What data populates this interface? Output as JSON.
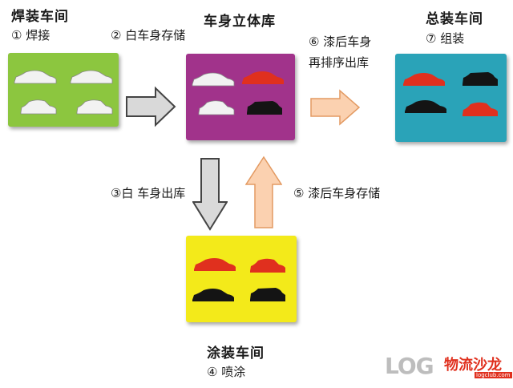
{
  "workshops": {
    "welding": {
      "title": "焊装车间",
      "step": "① 焊接",
      "color": "#8cc63f"
    },
    "storage": {
      "title": "车身立体库",
      "color": "#a1338b"
    },
    "assembly": {
      "title": "总装车间",
      "step": "⑦ 组装",
      "color": "#2aa3b8"
    },
    "painting": {
      "title": "涂装车间",
      "step": "④ 喷涂",
      "color": "#f3ea1a"
    }
  },
  "flows": {
    "step2": "② 白车身存储",
    "step3": "③白 车身出库",
    "step5": "⑤ 漆后车身存储",
    "step6_line1": "⑥ 漆后车身",
    "step6_line2": "再排序出库"
  },
  "logo": {
    "text": "LOG",
    "brand": "物流沙龙",
    "sub": "logclub.com"
  },
  "colors": {
    "white_car": "#f2f2f2",
    "red_car": "#e0301e",
    "black_car": "#141414",
    "gray_arrow": "#d9d9d9",
    "orange_arrow": "#fbd1b0"
  }
}
